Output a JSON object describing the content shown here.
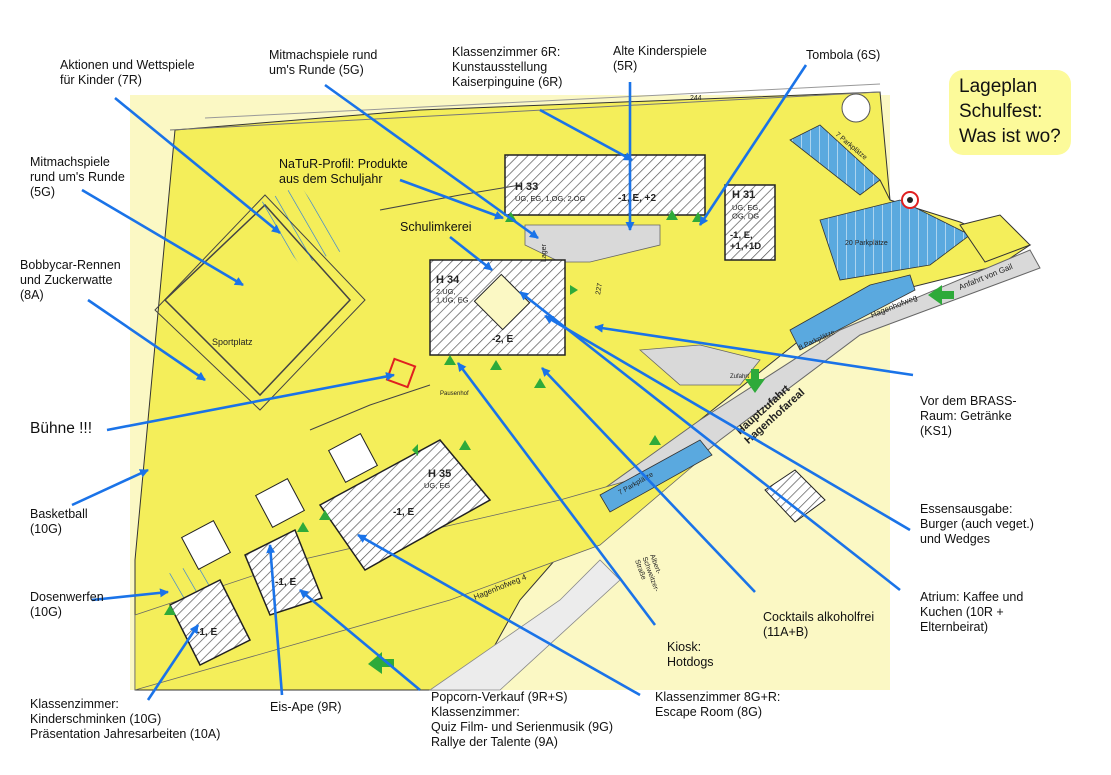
{
  "title": "Lageplan\nSchulfest:\nWas ist wo?",
  "labels": {
    "aktionen": "Aktionen und Wettspiele\nfür Kinder (7R)",
    "mitmach_top": "Mitmachspiele rund\num's Runde (5G)",
    "klassen6r": "Klassenzimmer 6R:\nKunstausstellung\nKaiserpinguine (6R)",
    "alte_kinderspiele": "Alte Kinderspiele\n(5R)",
    "tombola": "Tombola (6S)",
    "mitmach_left": "Mitmachspiele\nrund um's Runde\n(5G)",
    "natur": "NaTuR-Profil: Produkte\naus dem Schuljahr",
    "schulimkerei": "Schulimkerei",
    "bobbycar": "Bobbycar-Rennen\nund Zuckerwatte\n(8A)",
    "buehne": "Bühne !!!",
    "basketball": "Basketball\n(10G)",
    "dosenwerfen": "Dosenwerfen\n(10G)",
    "klassen_schminken": "Klassenzimmer:\nKinderschminken (10G)\nPräsentation Jahresarbeiten (10A)",
    "eisape": "Eis-Ape (9R)",
    "popcorn": "Popcorn-Verkauf (9R+S)\nKlassenzimmer:\nQuiz Film- und Serienmusik (9G)\nRallye der Talente (9A)",
    "escape": "Klassenzimmer 8G+R:\nEscape Room (8G)",
    "kiosk": "Kiosk:\nHotdogs",
    "cocktails": "Cocktails alkoholfrei\n(11A+B)",
    "atrium": "Atrium: Kaffee und\nKuchen (10R  +\nElternbeirat)",
    "essen": "Essensausgabe:\nBurger (auch veget.)\nund Wedges",
    "brass": "Vor dem BRASS-\nRaum: Getränke\n(KS1)"
  },
  "map": {
    "h33": "H 33",
    "h33_floors": "UG, EG, 1.OG, 2.OG",
    "h33_levels": "-1, E, +2",
    "h31": "H 31",
    "h31_floors": "UG, EG,\nOG, DG",
    "h31_levels": "-1, E,\n+1,+1D",
    "h34": "H 34",
    "h34_floors": "2.UG,\n1.UG, EG",
    "h34_levels": "-2, E",
    "h35": "H 35",
    "h35_floors": "UG, EG",
    "h35_levels": "-1, E",
    "left_block_levels": "-1, E",
    "mid_block_levels": "-1, E",
    "sportplatz": "Sportplatz",
    "parkplaetze_20": "20 Parkplätze",
    "parkplaetze_7_top": "7 Parkplätze",
    "parkplaetze_8": "8 Parkplätze",
    "parkplaetze_7_mid": "7 Parkplätze",
    "hauptzufahrt": "Hauptzufahrt\nHagenhofareal",
    "hagenhofweg": "Hagenhofweg",
    "hagenhofweg4": "Hagenhofweg 4",
    "anfahrt": "Anfahrt von Gail",
    "albert": "Albert-\nSchweitzer-\nStraße",
    "lager": "Lager",
    "pausenhof": "Pausenhof",
    "zufahrt": "Zufahrt",
    "num_244": "244",
    "num_227": "227"
  },
  "colors": {
    "yellow_area": "#f4ee5a",
    "pale_yellow": "#fbf8c4",
    "road_grey": "#d9d9d9",
    "building_hatch": "#555555",
    "arrow_blue": "#1a73e8",
    "parking_blue": "#5aa9df",
    "green_marker": "#2eaa3a",
    "stage_red": "#e02020",
    "title_bg": "#fcfa9a"
  }
}
